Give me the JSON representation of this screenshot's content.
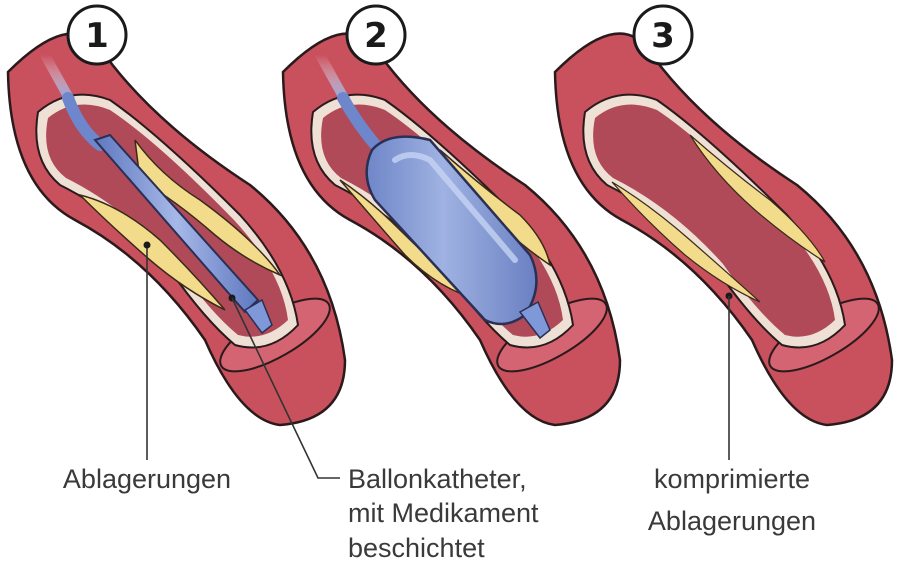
{
  "steps": [
    {
      "number": "1"
    },
    {
      "number": "2"
    },
    {
      "number": "3"
    }
  ],
  "labels": {
    "plaque": "Ablagerungen",
    "catheter_line1": "Ballonkatheter,",
    "catheter_line2": "mit Medikament",
    "catheter_line3": "beschichtet",
    "compressed_line1": "komprimierte",
    "compressed_line2": "Ablagerungen"
  },
  "colors": {
    "vessel_outer": "#c9515e",
    "vessel_dark": "#9e3444",
    "lumen": "#b8505c",
    "plaque": "#f2dc8c",
    "catheter": "#7f98d8",
    "balloon": "#8fa2d6"
  }
}
